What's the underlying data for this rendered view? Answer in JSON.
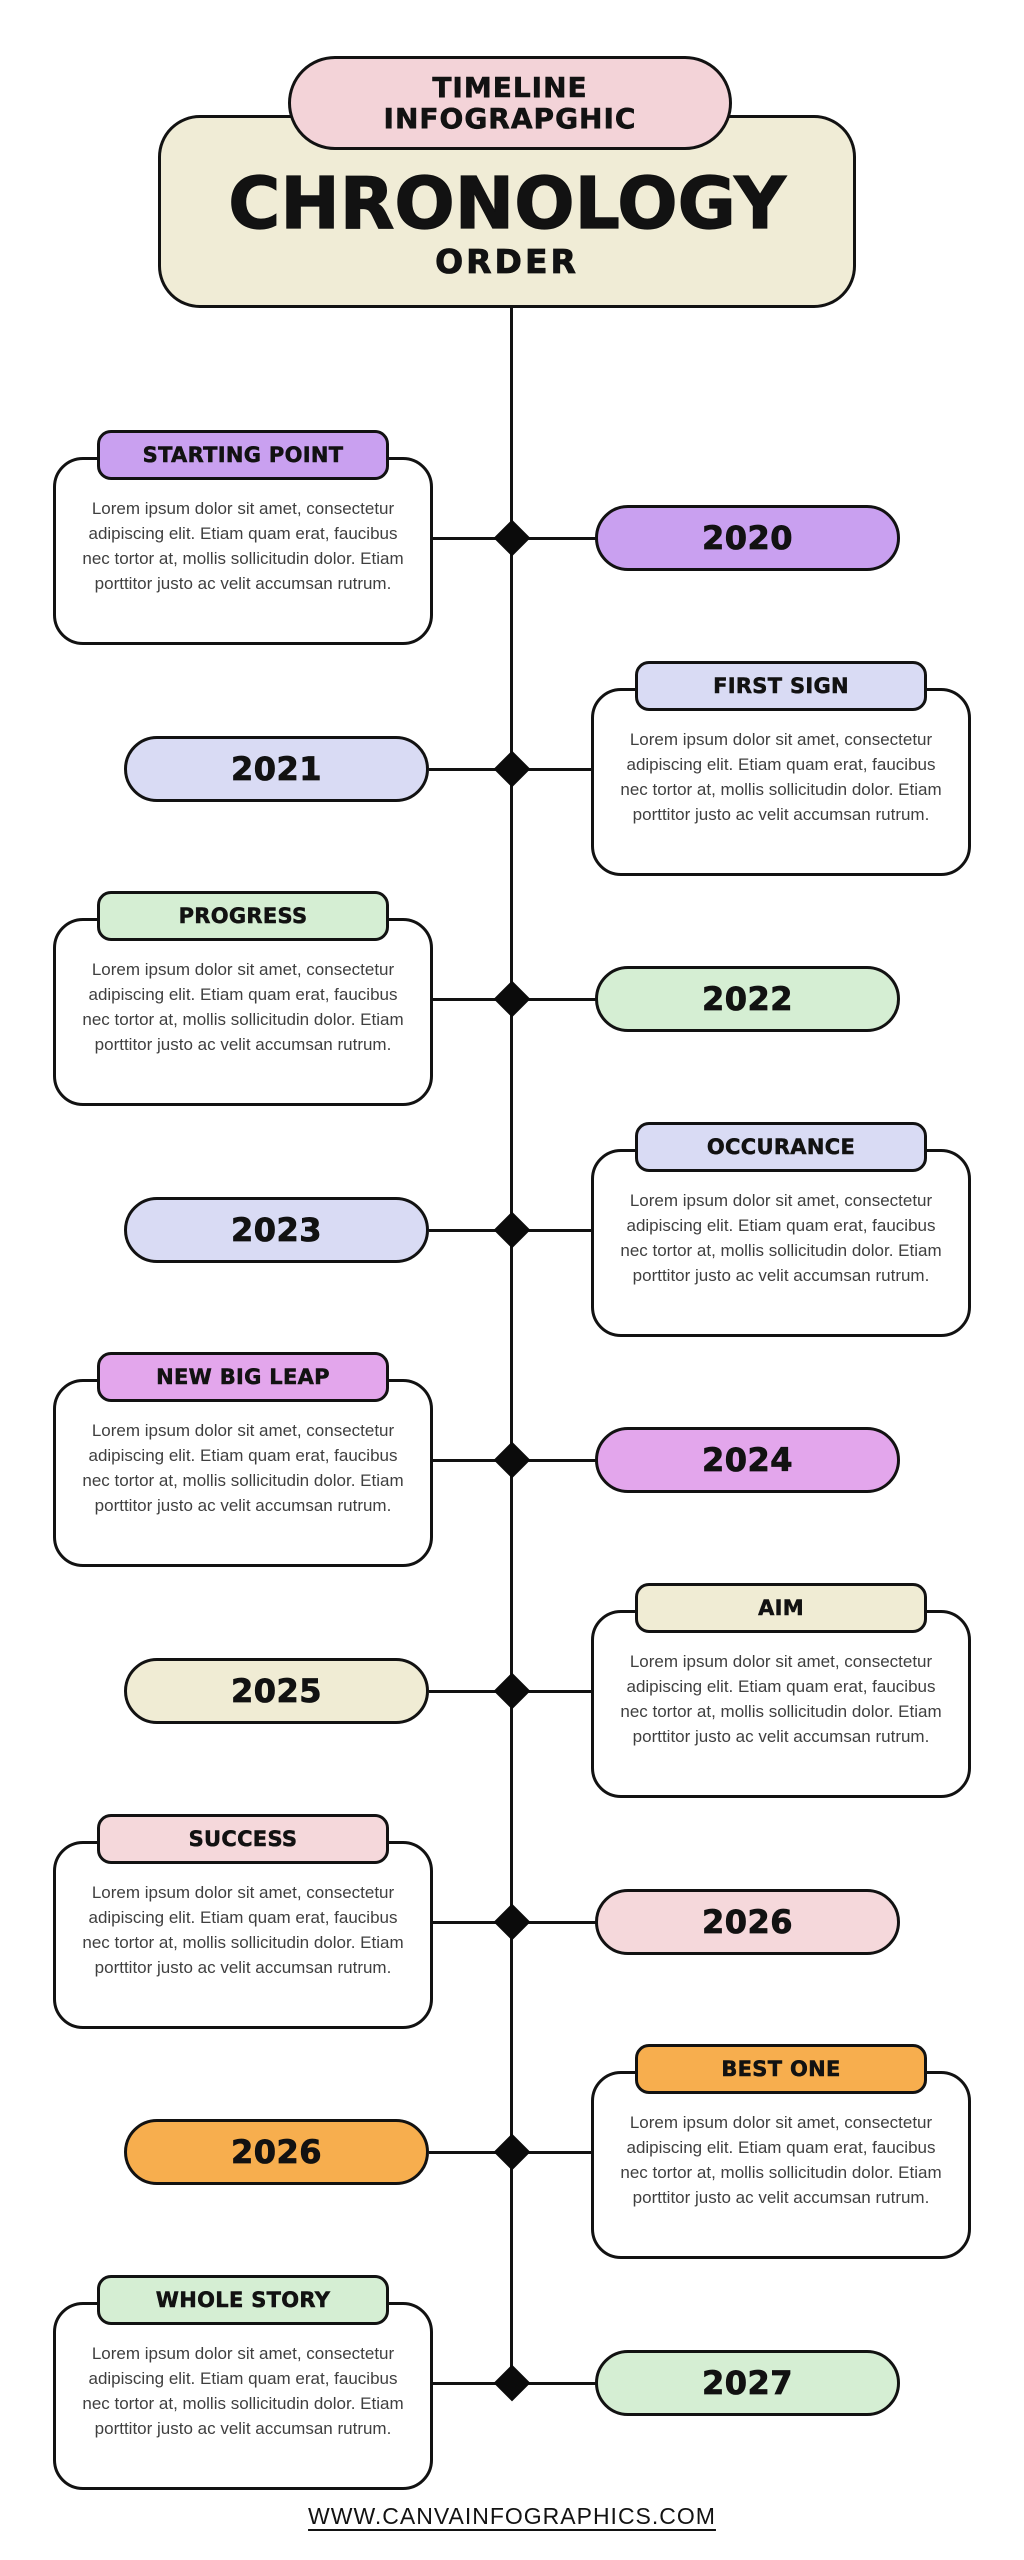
{
  "header": {
    "badge": {
      "line1": "TIMELINE",
      "line2": "INFOGRAPGHIC"
    },
    "title": "CHRONOLOGY",
    "subtitle": "ORDER"
  },
  "timeline": {
    "items": [
      {
        "label": "STARTING POINT",
        "year": "2020",
        "card_side": "left",
        "accent_color": "#c9a0f0",
        "description": "Lorem ipsum dolor sit amet, consectetur adipiscing elit. Etiam quam erat, faucibus nec tortor at, mollis sollicitudin dolor. Etiam porttitor justo ac velit accumsan rutrum."
      },
      {
        "label": "FIRST SIGN",
        "year": "2021",
        "card_side": "right",
        "accent_color": "#d9dbf4",
        "description": "Lorem ipsum dolor sit amet, consectetur adipiscing elit. Etiam quam erat, faucibus nec tortor at, mollis sollicitudin dolor. Etiam porttitor justo ac velit accumsan rutrum."
      },
      {
        "label": "PROGRESS",
        "year": "2022",
        "card_side": "left",
        "accent_color": "#d5eed3",
        "description": "Lorem ipsum dolor sit amet, consectetur adipiscing elit. Etiam quam erat, faucibus nec tortor at, mollis sollicitudin dolor. Etiam porttitor justo ac velit accumsan rutrum."
      },
      {
        "label": "OCCURANCE",
        "year": "2023",
        "card_side": "right",
        "accent_color": "#d9dbf4",
        "description": "Lorem ipsum dolor sit amet, consectetur adipiscing elit. Etiam quam erat, faucibus nec tortor at, mollis sollicitudin dolor. Etiam porttitor justo ac velit accumsan rutrum."
      },
      {
        "label": "NEW BIG LEAP",
        "year": "2024",
        "card_side": "left",
        "accent_color": "#e3a6ec",
        "description": "Lorem ipsum dolor sit amet, consectetur adipiscing elit. Etiam quam erat, faucibus nec tortor at, mollis sollicitudin dolor. Etiam porttitor justo ac velit accumsan rutrum."
      },
      {
        "label": "AIM",
        "year": "2025",
        "card_side": "right",
        "accent_color": "#f0ecd4",
        "description": "Lorem ipsum dolor sit amet, consectetur adipiscing elit. Etiam quam erat, faucibus nec tortor at, mollis sollicitudin dolor. Etiam porttitor justo ac velit accumsan rutrum."
      },
      {
        "label": "SUCCESS",
        "year": "2026",
        "card_side": "left",
        "accent_color": "#f5d8db",
        "description": "Lorem ipsum dolor sit amet, consectetur adipiscing elit. Etiam quam erat, faucibus nec tortor at, mollis sollicitudin dolor. Etiam porttitor justo ac velit accumsan rutrum."
      },
      {
        "label": "BEST ONE",
        "year": "2026",
        "card_side": "right",
        "accent_color": "#f7ae4e",
        "description": "Lorem ipsum dolor sit amet, consectetur adipiscing elit. Etiam quam erat, faucibus nec tortor at, mollis sollicitudin dolor. Etiam porttitor justo ac velit accumsan rutrum."
      },
      {
        "label": "WHOLE STORY",
        "year": "2027",
        "card_side": "left",
        "accent_color": "#d5eed3",
        "description": "Lorem ipsum dolor sit amet, consectetur adipiscing elit. Etiam quam erat, faucibus nec tortor at, mollis sollicitudin dolor. Etiam porttitor justo ac velit accumsan rutrum."
      }
    ]
  },
  "footer": {
    "website": "WWW.CANVAINFOGRAPHICS.COM"
  },
  "colors": {
    "outline": "#121212",
    "badge-pink": "#f3d3d8",
    "header-beige": "#f0ecd6",
    "card-white": "#ffffff",
    "body-text": "#3f3f3f",
    "purple": "#c9a0f0",
    "lavender": "#d9dbf4",
    "green": "#d5eed3",
    "orchid": "#e3a6ec",
    "cream": "#f0ecd4",
    "pink": "#f5d8db",
    "orange": "#f7ae4e"
  }
}
